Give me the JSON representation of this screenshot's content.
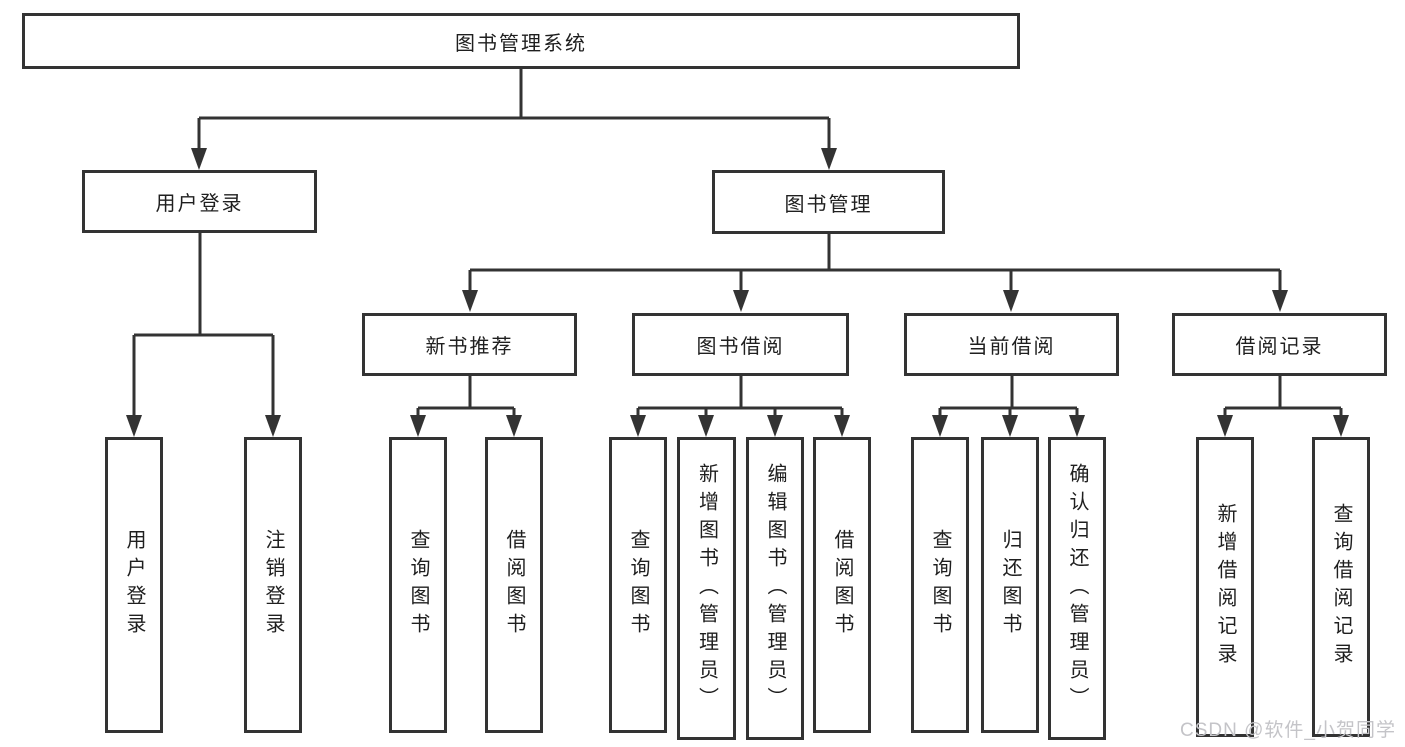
{
  "root": {
    "label": "图书管理系统"
  },
  "level2": {
    "user_login": {
      "label": "用户登录"
    },
    "book_mgmt": {
      "label": "图书管理"
    }
  },
  "level3": {
    "new_book": {
      "label": "新书推荐"
    },
    "borrow": {
      "label": "图书借阅"
    },
    "current": {
      "label": "当前借阅"
    },
    "records": {
      "label": "借阅记录"
    }
  },
  "leaves": {
    "user_login": [
      "用户登录",
      "注销登录"
    ],
    "new_book": [
      "查询图书",
      "借阅图书"
    ],
    "borrow": [
      "查询图书",
      "新增图书（管理员）",
      "编辑图书（管理员）",
      "借阅图书"
    ],
    "current": [
      "查询图书",
      "归还图书",
      "确认归还（管理员）"
    ],
    "records": [
      "新增借阅记录",
      "查询借阅记录"
    ]
  },
  "watermark": {
    "text": "CSDN @软件_小贺同学"
  },
  "colors": {
    "line": "#333333",
    "text": "#1f1f1f",
    "background": "#ffffff",
    "watermark": "#c4c4c8"
  }
}
